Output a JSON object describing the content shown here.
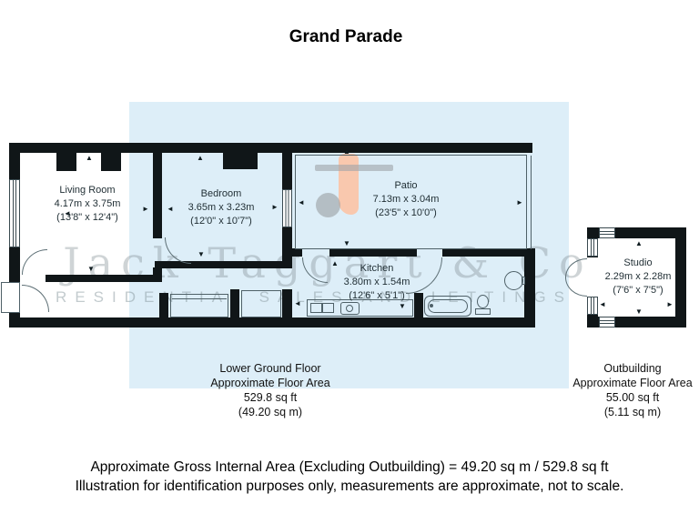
{
  "title": "Grand Parade",
  "watermark": {
    "name": "Jack Taggart & Co",
    "tagline": "RESIDENTIAL SALES AND LETTINGS"
  },
  "rooms": {
    "living_room": {
      "name": "Living Room",
      "metric": "4.17m x 3.75m",
      "imperial": "(13'8\" x 12'4\")"
    },
    "bedroom": {
      "name": "Bedroom",
      "metric": "3.65m x 3.23m",
      "imperial": "(12'0\" x 10'7\")"
    },
    "patio": {
      "name": "Patio",
      "metric": "7.13m x 3.04m",
      "imperial": "(23'5\" x 10'0\")"
    },
    "kitchen": {
      "name": "Kitchen",
      "metric": "3.80m x 1.54m",
      "imperial": "(12'6\" x 5'1\")"
    },
    "studio": {
      "name": "Studio",
      "metric": "2.29m x 2.28m",
      "imperial": "(7'6\" x 7'5\")"
    }
  },
  "area_summaries": {
    "main": {
      "title": "Lower Ground Floor",
      "subtitle": "Approximate Floor Area",
      "imperial": "529.8 sq ft",
      "metric": "(49.20 sq m)"
    },
    "outbuilding": {
      "title": "Outbuilding",
      "subtitle": "Approximate Floor Area",
      "imperial": "55.00 sq ft",
      "metric": "(5.11 sq m)"
    }
  },
  "footer": {
    "line1": "Approximate Gross Internal Area (Excluding Outbuilding) = 49.20 sq m / 529.8 sq ft",
    "line2": "Illustration for identification purposes only, measurements are approximate, not to scale."
  },
  "icons": {
    "arrow_up": "▲",
    "arrow_down": "▼",
    "arrow_left": "◄",
    "arrow_right": "►"
  },
  "colors": {
    "plan_background": "#ddeef8",
    "wall": "#101618",
    "logo_accent": "#f9c8ae",
    "watermark_gray": "#8a9499"
  }
}
